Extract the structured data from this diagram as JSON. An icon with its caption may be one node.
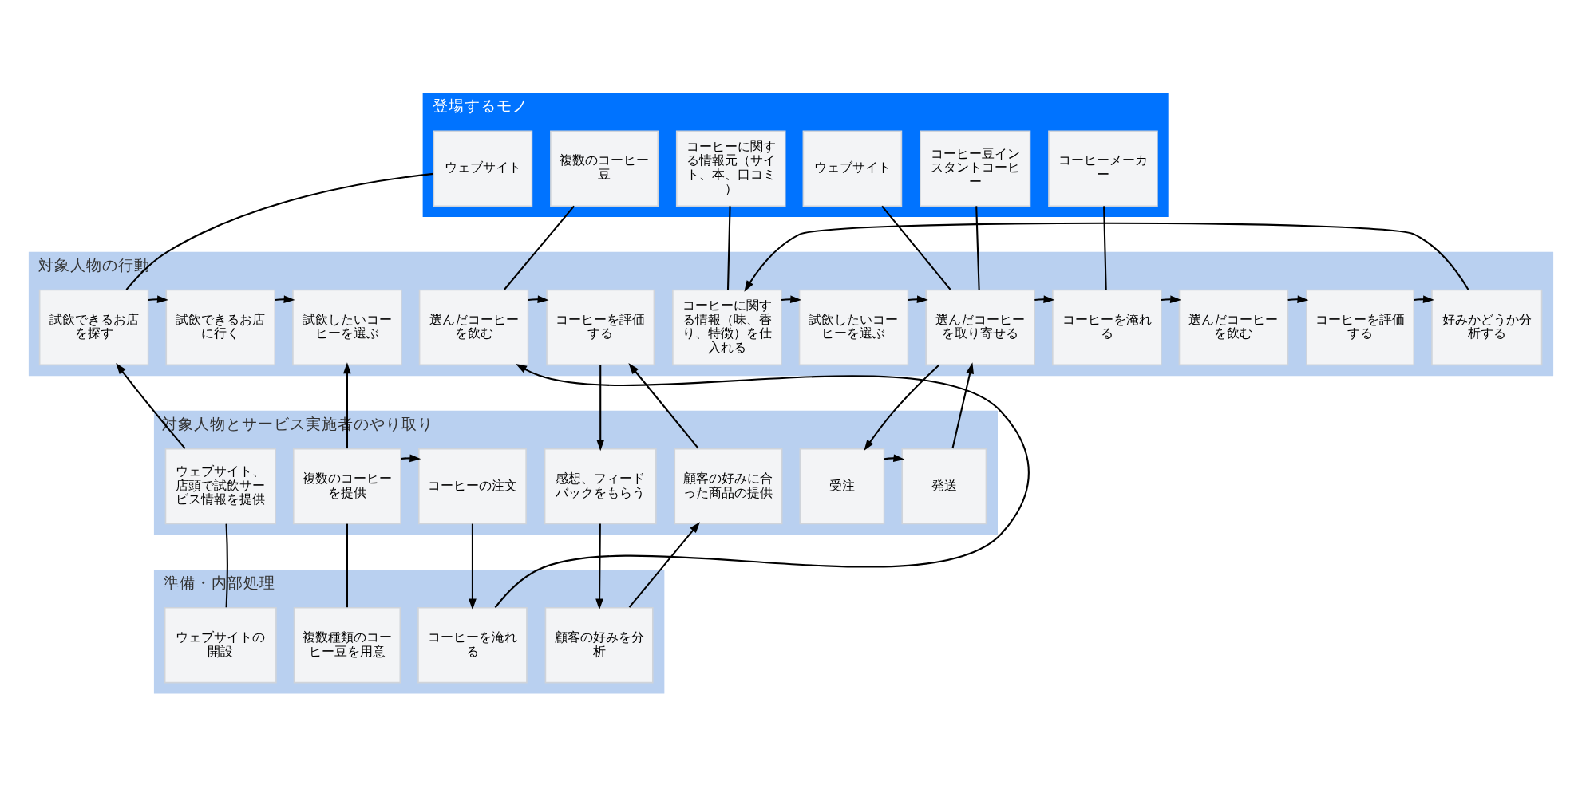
{
  "diagram": {
    "nodes": [
      {
        "text": [
          "登場するモノ"
        ]
      },
      {
        "text": [
          "ウェブサイト"
        ],
        "in": 0
      },
      {
        "text": [
          "複数のコーヒー豆"
        ],
        "in": 0
      },
      {
        "text": [
          "コーヒーに関する情報元（サイト、本、口コミ）"
        ],
        "in": 0
      },
      {
        "text": [
          "ウェブサイト"
        ],
        "in": 0
      },
      {
        "text": [
          "コーヒー豆インスタントコーヒー"
        ],
        "in": 0
      },
      {
        "text": [
          "コーヒーメーカー"
        ],
        "in": 0
      },
      {
        "text": [
          "対象人物の行動"
        ]
      },
      {
        "text": [
          "試飲できるお店を探す"
        ],
        "in": 7
      },
      {
        "text": [
          "試飲できるお店に行く"
        ],
        "in": 7
      },
      {
        "text": [
          "試飲したいコーヒーを選ぶ"
        ],
        "in": 7
      },
      {
        "text": [
          "選んだコーヒーを飲む"
        ],
        "in": 7
      },
      {
        "text": [
          "コーヒーを評価する"
        ],
        "in": 7
      },
      {
        "text": [
          "コーヒーに関する情報（味、香り、特徴）を仕入れる"
        ],
        "in": 7
      },
      {
        "text": [
          "試飲したいコーヒーを選ぶ"
        ],
        "in": 7
      },
      {
        "text": [
          "選んだコーヒーを取り寄せる"
        ],
        "in": 7
      },
      {
        "text": [
          "コーヒーを淹れる"
        ],
        "in": 7
      },
      {
        "text": [
          "選んだコーヒーを飲む"
        ],
        "in": 7
      },
      {
        "text": [
          "コーヒーを評価する"
        ],
        "in": 7
      },
      {
        "text": [
          "好みかどうか分析する"
        ],
        "in": 7
      },
      {
        "text": [
          "対象人物とサービス実施者のやり取り"
        ]
      },
      {
        "text": [
          "ウェブサイト、店頭で試飲サービス情報を提供"
        ],
        "in": 20
      },
      {
        "text": [
          "複数のコーヒーを提供"
        ],
        "in": 20
      },
      {
        "text": [
          "コーヒーの注文"
        ],
        "in": 20
      },
      {
        "text": [
          "感想、フィードバックをもらう"
        ],
        "in": 20
      },
      {
        "text": [
          "顧客の好みに合った商品の提供"
        ],
        "in": 20
      },
      {
        "text": [
          "受注"
        ],
        "in": 20
      },
      {
        "text": [
          "発送"
        ],
        "in": 20
      },
      {
        "text": [
          "準備・内部処理"
        ]
      },
      {
        "text": [
          "ウェブサイトの開設"
        ],
        "in": 28
      },
      {
        "text": [
          "複数種類のコーヒー豆を用意"
        ],
        "in": 28
      },
      {
        "text": [
          "コーヒーを淹れる"
        ],
        "in": 28
      },
      {
        "text": [
          "顧客の好みを分析"
        ],
        "in": 28
      }
    ],
    "edges": [
      {
        "from": 1,
        "to": 8,
        "arrow": "none"
      },
      {
        "from": 2,
        "to": 11,
        "arrow": "none"
      },
      {
        "from": 8,
        "to": 9,
        "arrow": "to"
      },
      {
        "from": 9,
        "to": 10,
        "arrow": "to"
      },
      {
        "from": 11,
        "to": 12,
        "arrow": "to"
      },
      {
        "from": 3,
        "to": 13,
        "arrow": "none"
      },
      {
        "from": 13,
        "to": 14,
        "arrow": "to"
      },
      {
        "from": 14,
        "to": 15,
        "arrow": "to"
      },
      {
        "from": 15,
        "to": 16,
        "arrow": "to"
      },
      {
        "from": 16,
        "to": 17,
        "arrow": "to"
      },
      {
        "from": 17,
        "to": 18,
        "arrow": "to"
      },
      {
        "from": 18,
        "to": 19,
        "arrow": "to"
      },
      {
        "from": 4,
        "to": 15,
        "arrow": "none"
      },
      {
        "from": 5,
        "to": 15,
        "arrow": "none"
      },
      {
        "from": 6,
        "to": 16,
        "arrow": "none"
      },
      {
        "from": 21,
        "to": 8,
        "arrow": "to"
      },
      {
        "from": 22,
        "to": 10,
        "arrow": "to"
      },
      {
        "from": 22,
        "to": 23,
        "arrow": "to"
      },
      {
        "from": 23,
        "to": 31,
        "arrow": "to"
      },
      {
        "from": 31,
        "to": 11,
        "arrow": "to"
      },
      {
        "from": 12,
        "to": 24,
        "arrow": "to"
      },
      {
        "from": 24,
        "to": 32,
        "arrow": "to"
      },
      {
        "from": 32,
        "to": 25,
        "arrow": "to"
      },
      {
        "from": 25,
        "to": 12,
        "arrow": "to"
      },
      {
        "from": 21,
        "to": 29,
        "arrow": "none"
      },
      {
        "from": 22,
        "to": 30,
        "arrow": "none"
      },
      {
        "from": 15,
        "to": 26,
        "arrow": "to"
      },
      {
        "from": 26,
        "to": 27,
        "arrow": "to"
      },
      {
        "from": 27,
        "to": 15,
        "arrow": "to"
      },
      {
        "from": 19,
        "to": 13,
        "arrow": "to"
      }
    ]
  }
}
